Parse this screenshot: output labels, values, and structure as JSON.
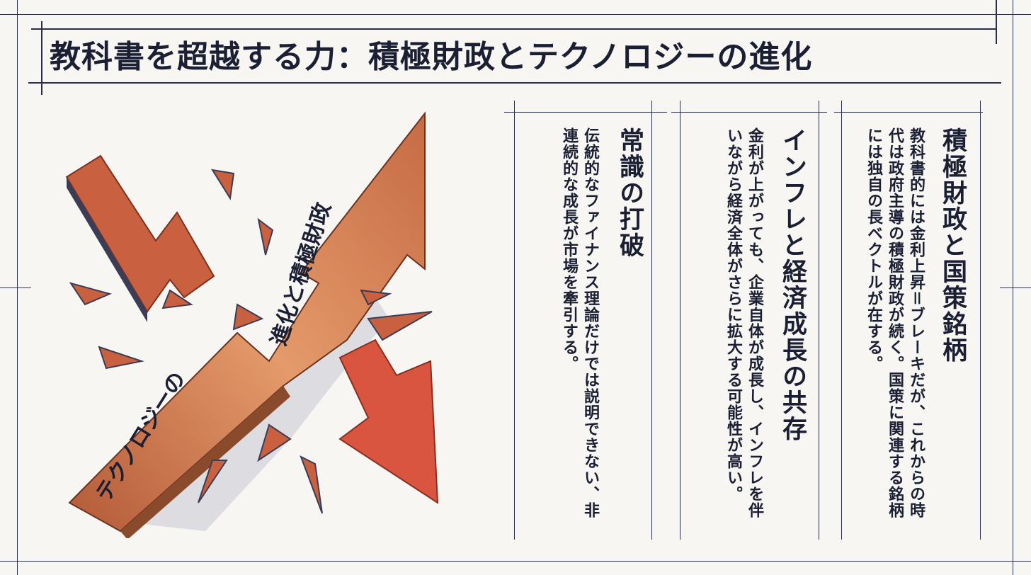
{
  "title": "教科書を超越する力：積極財政とテクノロジーの進化",
  "illustration": {
    "arrow_up_label_top": "進化と積極財政",
    "arrow_up_label_bottom": "テクノロジーの"
  },
  "columns": [
    {
      "heading": "積極財政と国策銘柄",
      "body": "教科書的には金利上昇＝ブレーキだが、これからの時代は政府主導の積極財政が続く。国策に関連する銘柄には独自の長ベクトルが在する。"
    },
    {
      "heading": "インフレと経済成長の共存",
      "body": "金利が上がっても、企業自体が成長し、インフレを伴いながら経済全体がさらに拡大する可能性が高い。"
    },
    {
      "heading": "常識の打破",
      "body": "伝統的なファイナンス理論だけでは説明できない、非連続的な成長が市場を牽引する。"
    }
  ],
  "colors": {
    "ink": "#1a1f33",
    "copper": "#c8704a",
    "copper_light": "#e59a6c",
    "red": "#d9553f",
    "shadow": "#3a3d55",
    "background": "#f7f6f2"
  }
}
